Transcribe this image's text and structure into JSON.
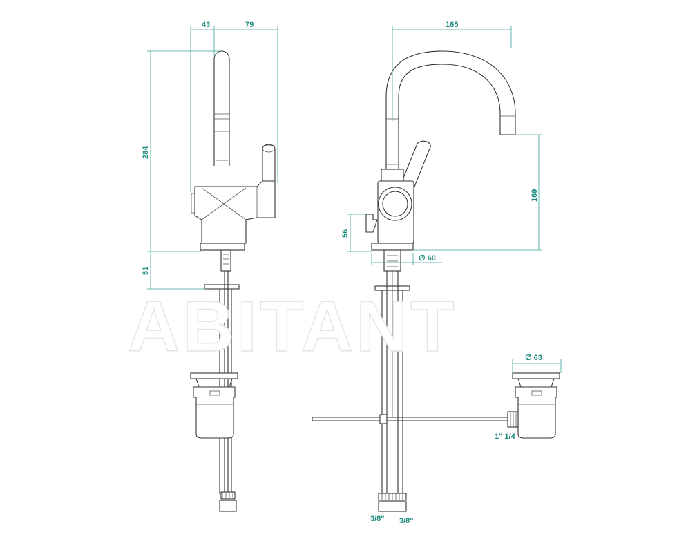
{
  "watermark": "ABITANT",
  "side_view": {
    "dim_width_top_left": "43",
    "dim_width_top_right": "79",
    "dim_height_total": "284",
    "dim_height_base": "51"
  },
  "front_view": {
    "dim_spout_reach": "165",
    "dim_spout_height": "169",
    "dim_popup_height": "56",
    "dim_base_diameter": "∅ 60",
    "thread_left": "3/8\"",
    "thread_right": "3/8\""
  },
  "waste_view": {
    "dim_waste_diameter": "∅ 63",
    "thread_waste": "1\" 1/4"
  },
  "colors": {
    "dimension": "#3aa39a",
    "outline": "#333333",
    "watermark_outline": "#e4e4e4"
  }
}
